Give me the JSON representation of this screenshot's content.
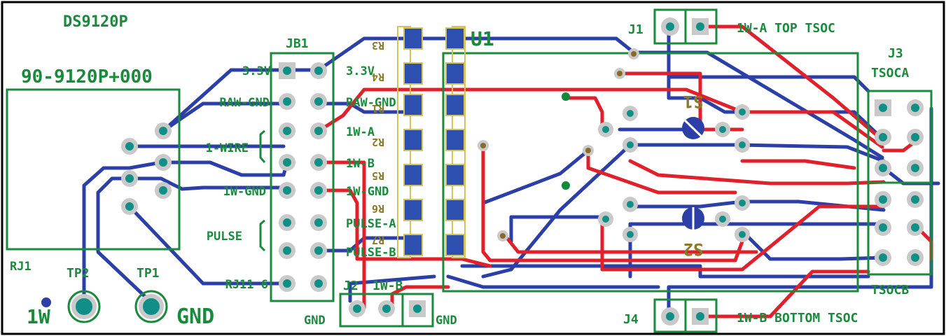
{
  "board": {
    "title": "DS9120P",
    "part_number": "90-9120P+000"
  },
  "rj1": {
    "ref": "RJ1"
  },
  "jb1": {
    "ref": "JB1",
    "labels": [
      "3.3V",
      "RAW-GND",
      "1-WIRE",
      "1W-GND",
      "PULSE",
      "RJ11 6"
    ]
  },
  "u1": {
    "ref": "U1",
    "labels": [
      "3.3V",
      "RAW-GND",
      "1W-A",
      "1W-B",
      "1W-GND",
      "PULSE-A",
      "PULSE-B"
    ],
    "resistors": [
      "R3",
      "R4",
      "R1",
      "R2",
      "R5",
      "R6",
      "R7"
    ]
  },
  "switches": {
    "s1": "S1",
    "s2": "S2"
  },
  "connectors": {
    "j1_ref": "J1",
    "j1_label": "1W-A TOP TSOC",
    "j4_ref": "J4",
    "j4_label": "1W-B BOTTOM TSOC",
    "j2_ref": "J2",
    "j2_label": "1W-B",
    "j2_gnd_left": "GND",
    "j2_gnd_right": "GND",
    "j3_ref": "J3",
    "j3_top": "TSOCA",
    "j3_bottom": "TSOCB"
  },
  "testpoints": {
    "tp1": "TP1",
    "tp2": "TP2",
    "tp1_label": "GND",
    "tp2_label": "1W"
  },
  "colors": {
    "silkscreen": "#1a8a3c",
    "bottom_copper": "#2b3fa6",
    "top_copper": "#e0202a",
    "pad_ring": "#c9c9c9",
    "pad_hole": "#0f8f86"
  }
}
